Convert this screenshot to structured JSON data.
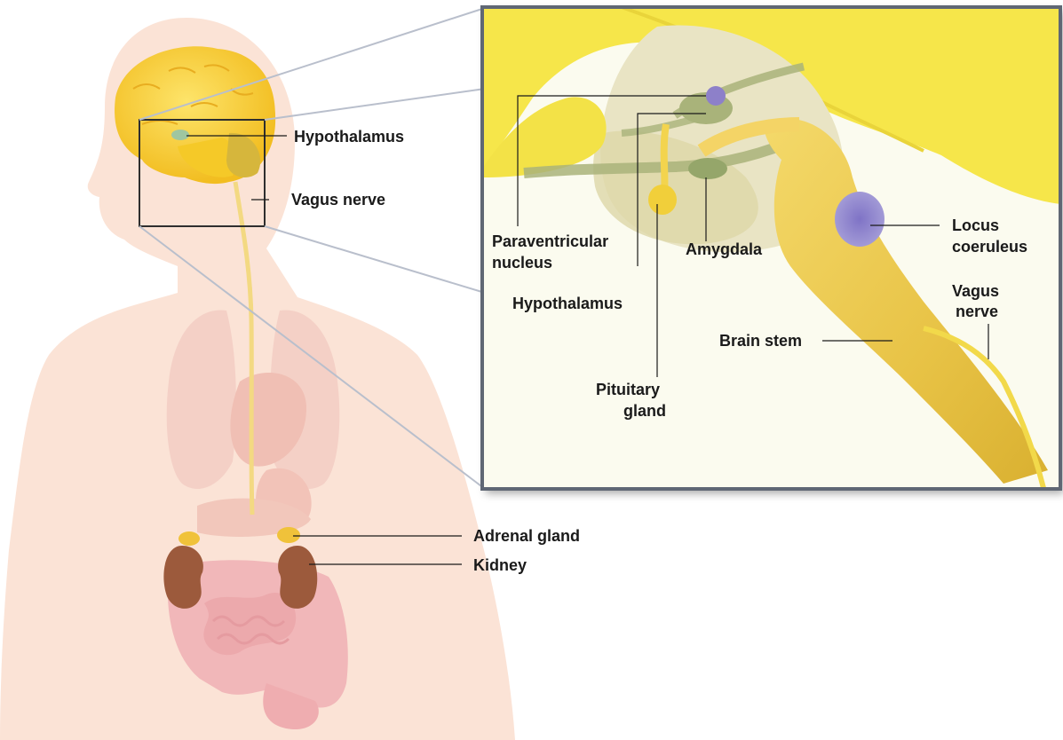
{
  "body_labels": {
    "hypothalamus": "Hypothalamus",
    "vagus_nerve": "Vagus nerve",
    "adrenal_gland": "Adrenal gland",
    "kidney": "Kidney"
  },
  "inset_labels": {
    "paraventricular_1": "Paraventricular",
    "paraventricular_2": "nucleus",
    "hypothalamus": "Hypothalamus",
    "amygdala": "Amygdala",
    "locus_1": "Locus",
    "locus_2": "coeruleus",
    "vagus_1": "Vagus",
    "vagus_2": "nerve",
    "brain_stem": "Brain stem",
    "pituitary_1": "Pituitary",
    "pituitary_2": "gland"
  },
  "colors": {
    "skin": "#fbe3d6",
    "brain": "#f6c935",
    "brain_light": "#fbe06a",
    "inset_bg": "#fbfbf0",
    "nucleus": "#8d80c9",
    "kidney": "#9c5a3c",
    "adrenal": "#f0c23a",
    "intestine": "#f0b2b4",
    "lung": "#f1c9c0",
    "frame": "#5f6774"
  }
}
